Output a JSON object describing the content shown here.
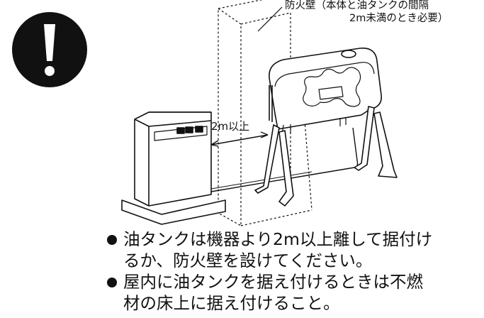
{
  "callout": {
    "line1": "防火壁（本体と油タンクの間隔",
    "line2": "2m未満のとき必要）"
  },
  "distance_label": "2m以上",
  "bullets": [
    {
      "lines": [
        "油タンクは機器より2m以上離して据付け",
        "るか、防火壁を設けてください。"
      ]
    },
    {
      "lines": [
        "屋内に油タンクを据え付けるときは不燃",
        "材の床上に据え付けること。"
      ]
    }
  ],
  "colors": {
    "ink": "#111111",
    "background": "#ffffff"
  },
  "icons": [
    "warning-exclamation-icon"
  ]
}
